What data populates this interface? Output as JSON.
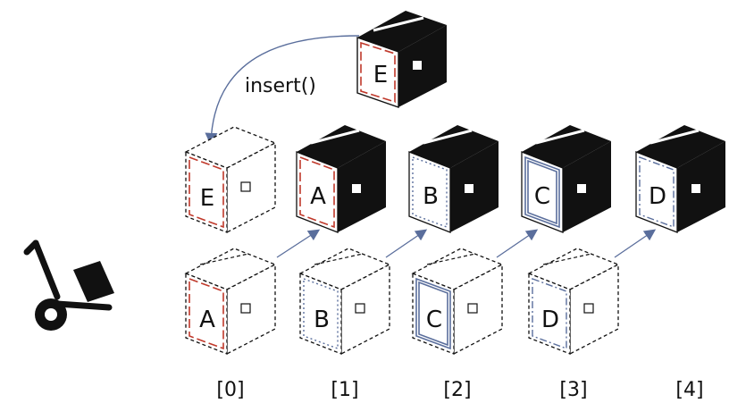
{
  "colors": {
    "ink": "#111111",
    "red_dash": "#c0392b",
    "blue_dash": "#5a6e9c",
    "arrow": "#5a6e9c"
  },
  "operation_label": "insert()",
  "indices": [
    "[0]",
    "[1]",
    "[2]",
    "[3]",
    "[4]"
  ],
  "top_row": [
    {
      "letter": "E",
      "style": "outline",
      "accent": "red"
    },
    {
      "letter": "A",
      "style": "solid",
      "accent": "red"
    },
    {
      "letter": "B",
      "style": "solid",
      "accent": "blue-dotted"
    },
    {
      "letter": "C",
      "style": "solid",
      "accent": "blue-double"
    },
    {
      "letter": "D",
      "style": "solid",
      "accent": "blue-dashdot"
    }
  ],
  "bottom_row": [
    {
      "letter": "A",
      "style": "outline",
      "accent": "red"
    },
    {
      "letter": "B",
      "style": "outline",
      "accent": "blue-dotted"
    },
    {
      "letter": "C",
      "style": "outline",
      "accent": "blue-double"
    },
    {
      "letter": "D",
      "style": "outline-dashed",
      "accent": "blue-dashdot"
    }
  ],
  "inserted_box": {
    "letter": "E",
    "style": "solid",
    "accent": "red"
  },
  "icons": [
    "hand-truck-icon"
  ]
}
